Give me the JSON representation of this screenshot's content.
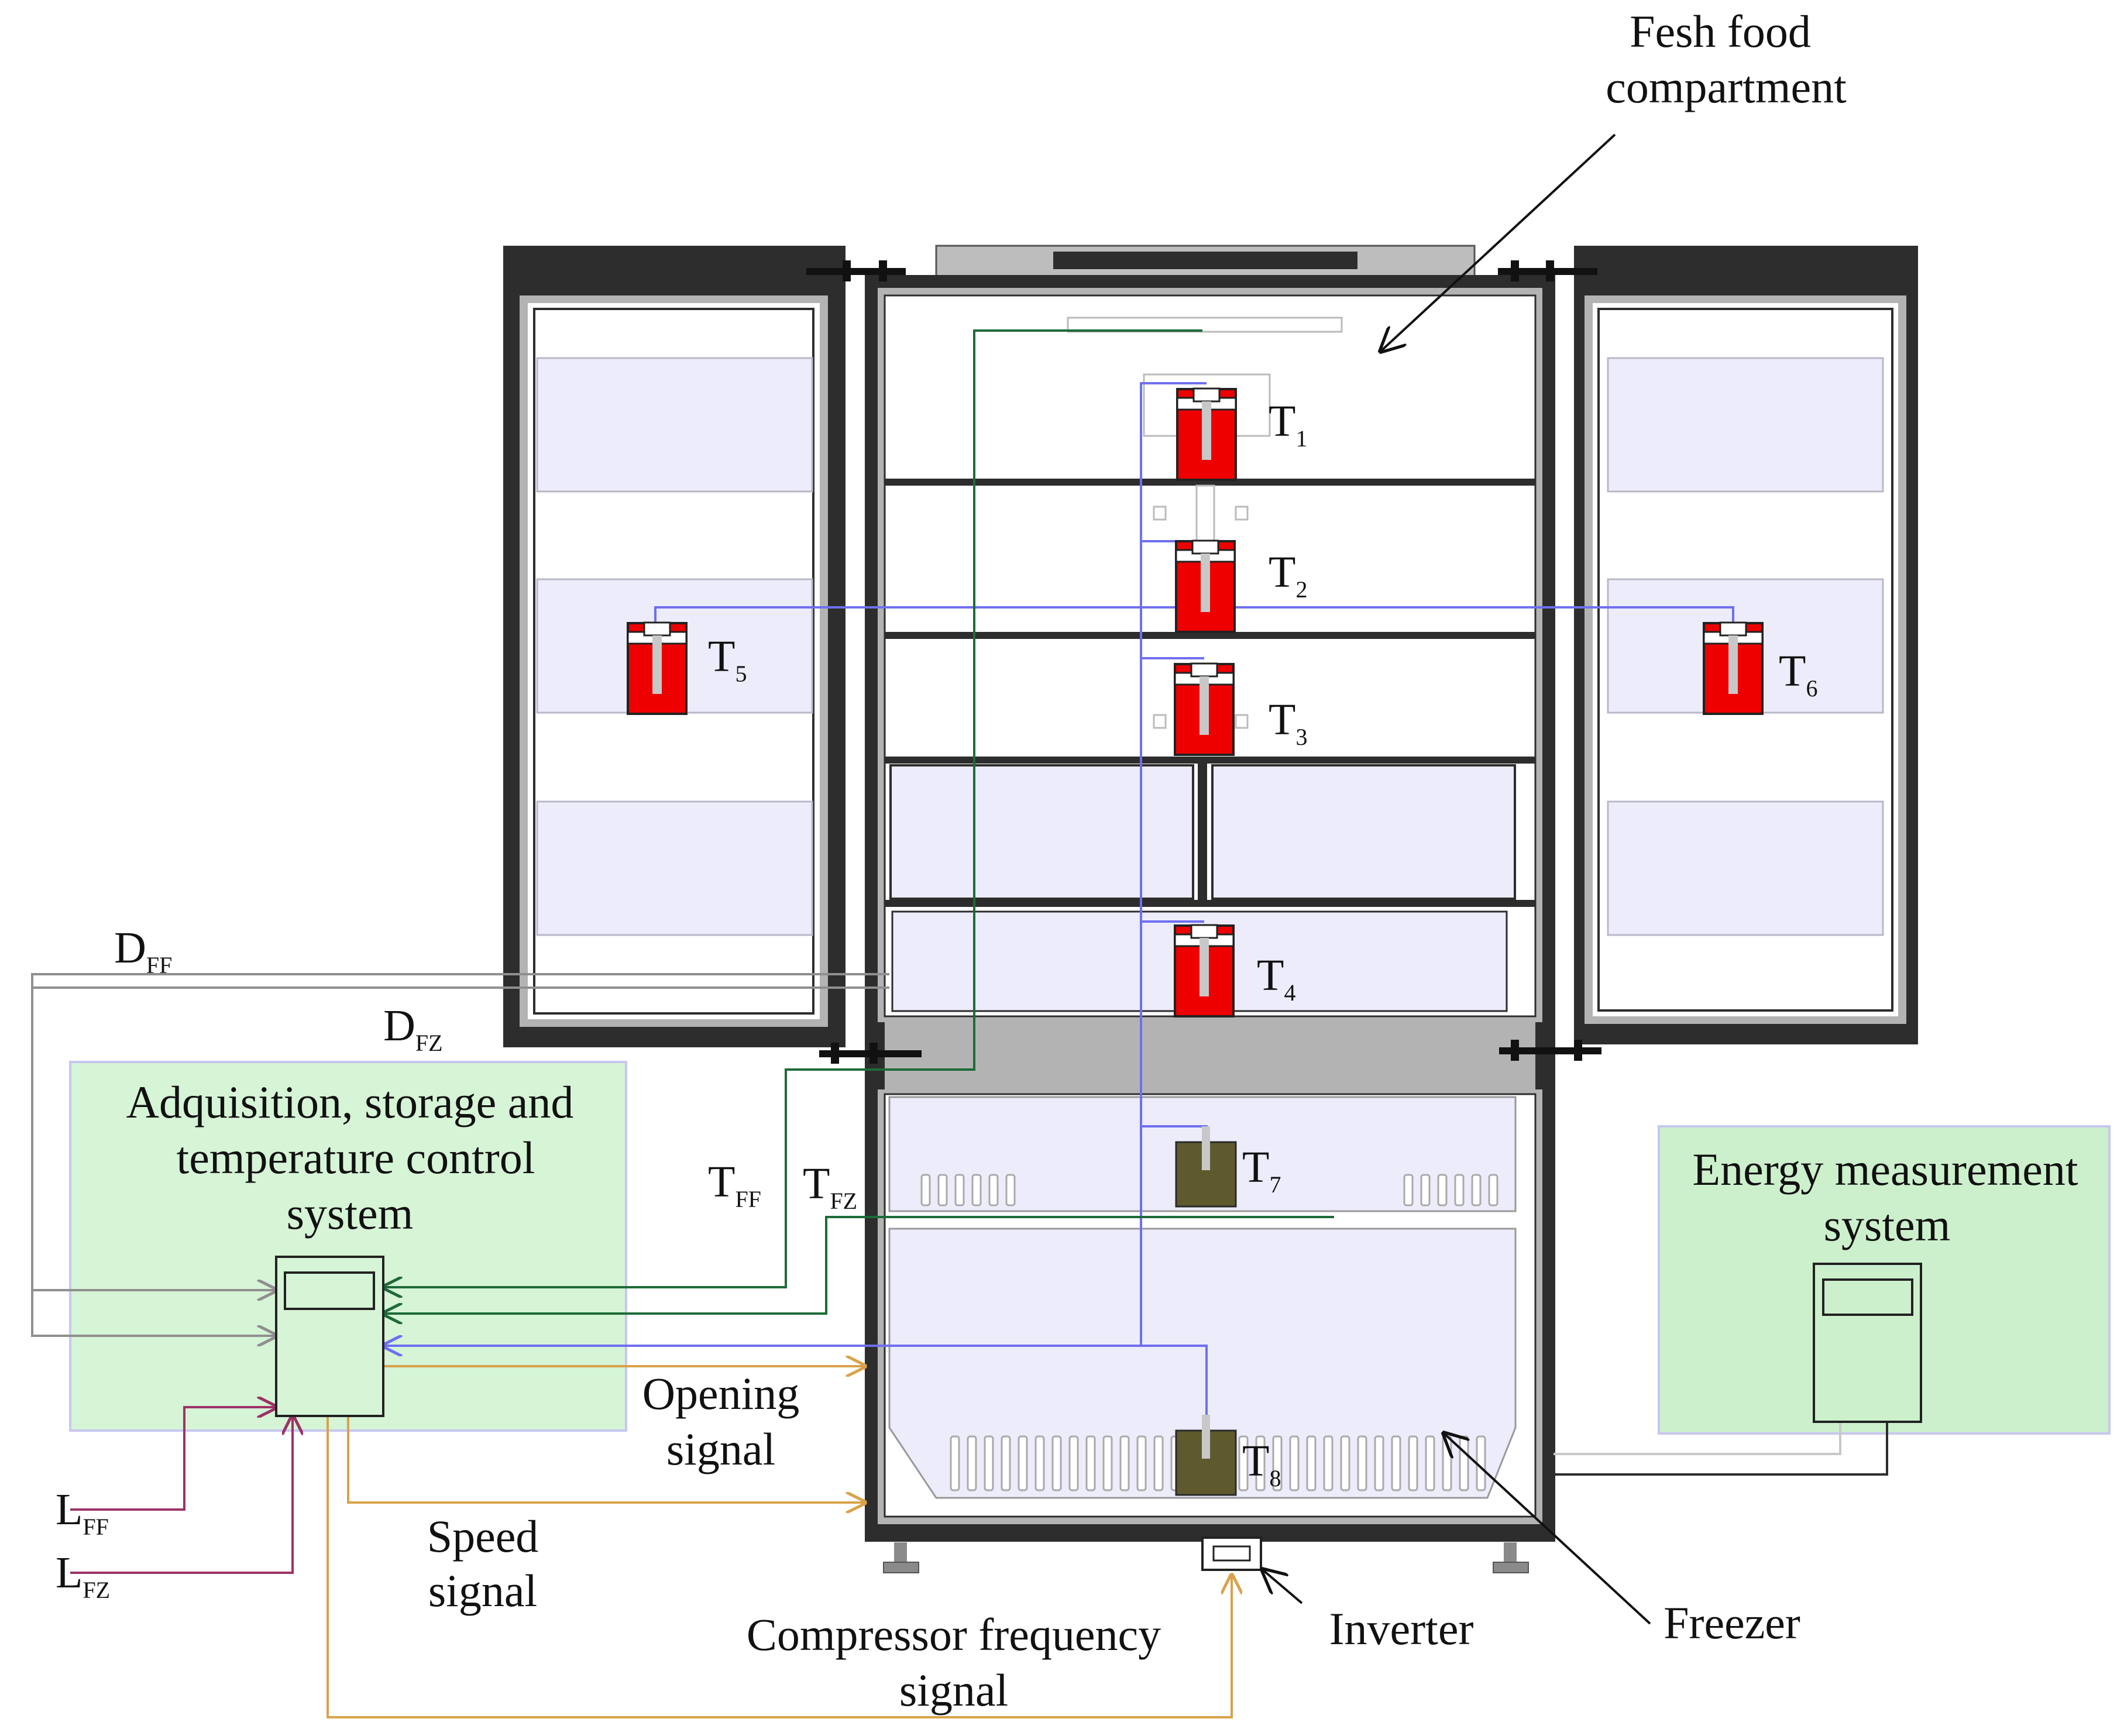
{
  "labels": {
    "fresh_food_line1": "Fesh food",
    "fresh_food_line2": "compartment",
    "acq_line1": "Adquisition, storage and",
    "acq_line2": "temperature control",
    "acq_line3": "system",
    "energy_line1": "Energy measurement",
    "energy_line2": "system",
    "opening_line1": "Opening",
    "opening_line2": "signal",
    "speed_line1": "Speed",
    "speed_line2": "signal",
    "compressor_line1": "Compressor frequency",
    "compressor_line2": "signal",
    "inverter": "Inverter",
    "freezer": "Freezer"
  },
  "sensors": [
    {
      "letter": "T",
      "sub": "1"
    },
    {
      "letter": "T",
      "sub": "2"
    },
    {
      "letter": "T",
      "sub": "3"
    },
    {
      "letter": "T",
      "sub": "4"
    },
    {
      "letter": "T",
      "sub": "5"
    },
    {
      "letter": "T",
      "sub": "6"
    },
    {
      "letter": "T",
      "sub": "7"
    },
    {
      "letter": "T",
      "sub": "8"
    }
  ],
  "signals": {
    "d_ff": {
      "letter": "D",
      "sub": "FF"
    },
    "d_fz": {
      "letter": "D",
      "sub": "FZ"
    },
    "t_ff": {
      "letter": "T",
      "sub": "FF"
    },
    "t_fz": {
      "letter": "T",
      "sub": "FZ"
    },
    "l_ff": {
      "letter": "L",
      "sub": "FF"
    },
    "l_fz": {
      "letter": "L",
      "sub": "FZ"
    }
  },
  "colors": {
    "cabinet": "#2d2d2d",
    "liner_gray": "#b3b3b3",
    "shelf_bin": "#ececfb",
    "fresh_sample": "#ee0000",
    "frozen_sample": "#5f5a2e",
    "green_panel": "#d6f4d6",
    "energy_panel": "#ccf0cc",
    "thermocouple_blue": "#6f6ff0",
    "control_green": "#1e6b38",
    "door_gray": "#8f8f8f",
    "signal_orange": "#d9a24a",
    "light_purple": "#9c3366"
  }
}
